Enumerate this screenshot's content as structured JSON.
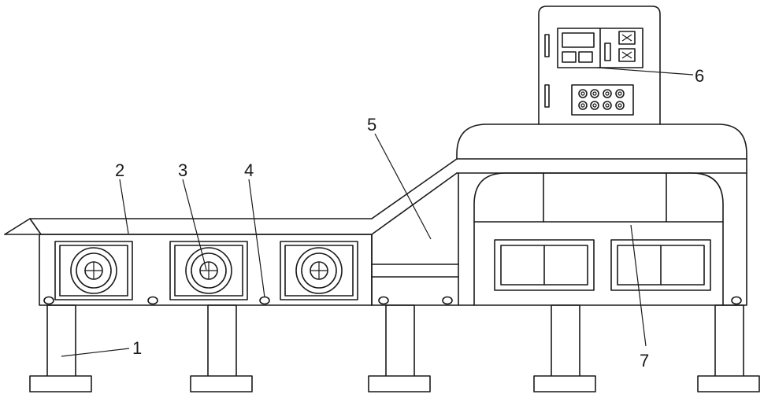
{
  "labels": [
    {
      "id": "1",
      "text": "1"
    },
    {
      "id": "2",
      "text": "2"
    },
    {
      "id": "3",
      "text": "3"
    },
    {
      "id": "4",
      "text": "4"
    },
    {
      "id": "5",
      "text": "5"
    },
    {
      "id": "6",
      "text": "6"
    },
    {
      "id": "7",
      "text": "7"
    }
  ],
  "colors": {
    "line": "#1a1a1a",
    "background": "#ffffff"
  }
}
